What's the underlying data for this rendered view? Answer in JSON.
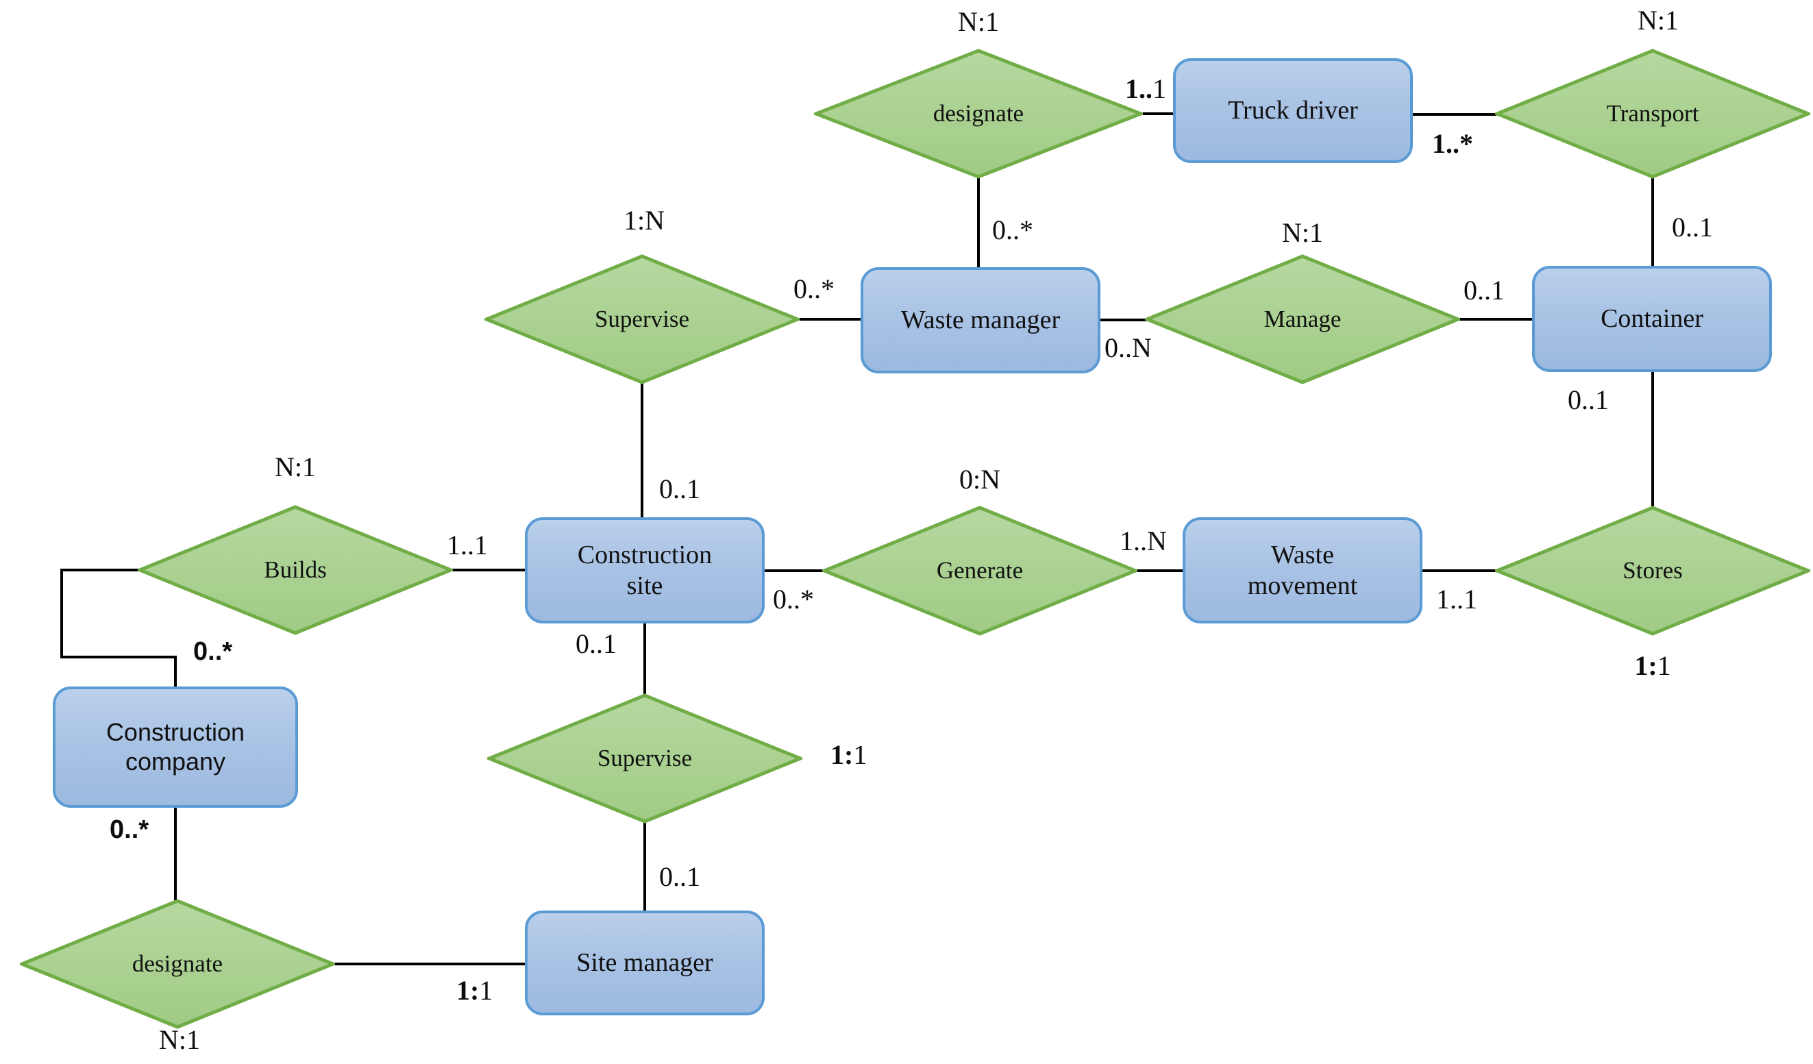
{
  "diagram": {
    "type": "entity-relationship-diagram",
    "background": "#FFFFFF",
    "colors": {
      "entity_fill_top": "#BAD0EB",
      "entity_fill_bottom": "#9DB9DF",
      "entity_border": "#5B9BD5",
      "relationship_fill_top": "#B4D79E",
      "relationship_fill_bottom": "#A0CB84",
      "relationship_border": "#70AD47",
      "connector": "#000000",
      "text": "#111111"
    },
    "entities": {
      "truck_driver": {
        "label": "Truck driver"
      },
      "waste_manager": {
        "label": "Waste manager"
      },
      "container": {
        "label": "Container"
      },
      "construction_site": {
        "label": "Construction site"
      },
      "waste_movement": {
        "label": "Waste movement"
      },
      "construction_company": {
        "label": "Construction company"
      },
      "site_manager": {
        "label": "Site manager"
      }
    },
    "relationships": {
      "designate_top": {
        "label": "designate"
      },
      "transport": {
        "label": "Transport"
      },
      "supervise_top": {
        "label": "Supervise"
      },
      "manage": {
        "label": "Manage"
      },
      "builds": {
        "label": "Builds"
      },
      "generate": {
        "label": "Generate"
      },
      "stores": {
        "label": "Stores"
      },
      "supervise_bottom": {
        "label": "Supervise"
      },
      "designate_bottom": {
        "label": "designate"
      }
    },
    "ratios": {
      "designate_top": "N:1",
      "transport": "N:1",
      "supervise_top": "1:N",
      "manage": "N:1",
      "builds": "N:1",
      "generate": "0:N",
      "stores": "1:1",
      "supervise_bottom": "1:1",
      "designate_bottom": "N:1"
    },
    "cardinalities": {
      "designate_to_truck_driver": "1..1",
      "truck_driver_to_transport": "1..*",
      "designate_to_waste_manager": "0..*",
      "transport_to_container": "0..1",
      "supervise_to_waste_manager": "0..*",
      "supervise_to_construction_site": "0..1",
      "waste_manager_to_manage": "0..N",
      "manage_to_container": "0..1",
      "container_to_stores": "0..1",
      "builds_to_construction_site": "1..1",
      "builds_to_construction_company": "0..*",
      "construction_site_to_generate": "0..*",
      "generate_to_waste_movement": "1..N",
      "waste_movement_to_stores": "1..1",
      "construction_site_to_supervise2": "0..1",
      "supervise2_to_site_manager": "0..1",
      "company_to_designate2": "0..*",
      "designate2_to_site_manager": "1:1"
    }
  }
}
